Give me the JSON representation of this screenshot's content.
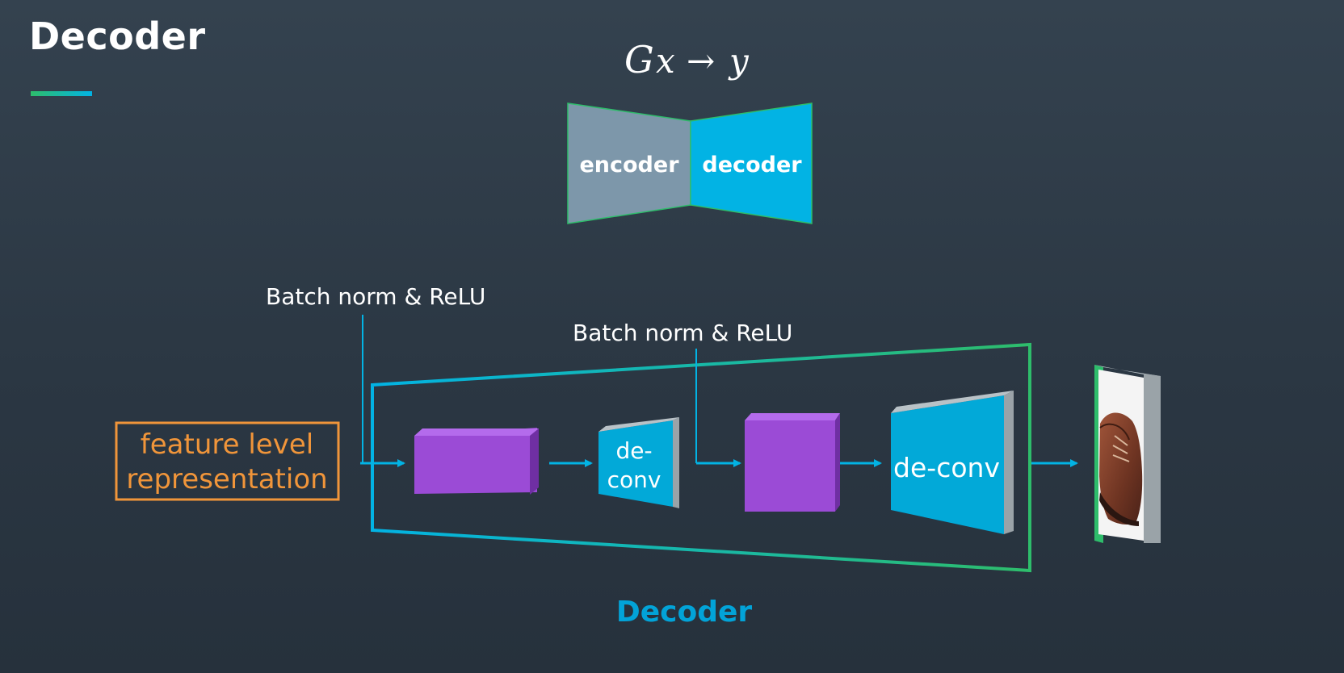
{
  "slide": {
    "title": "Decoder"
  },
  "formula": {
    "text": "Gx → y",
    "lhs_g": "G",
    "lhs_x": "x",
    "arrow": "→",
    "rhs": "y"
  },
  "bowtie": {
    "encoder_label": "encoder",
    "decoder_label": "decoder"
  },
  "pipeline": {
    "input_line1": "feature level",
    "input_line2": "representation",
    "bn_relu_1": "Batch norm & ReLU",
    "bn_relu_2": "Batch norm & ReLU",
    "deconv_small_line1": "de-",
    "deconv_small_line2": "conv",
    "deconv_large": "de-conv",
    "decoder_caption": "Decoder",
    "output_image": "brown-shoe-image"
  },
  "colors": {
    "background": "#2b3743",
    "accent_cyan": "#02b3e4",
    "accent_green": "#2ebd6b",
    "purple": "#9b4bd6",
    "orange": "#f0953a",
    "encoder_grey": "#7d97aa"
  }
}
